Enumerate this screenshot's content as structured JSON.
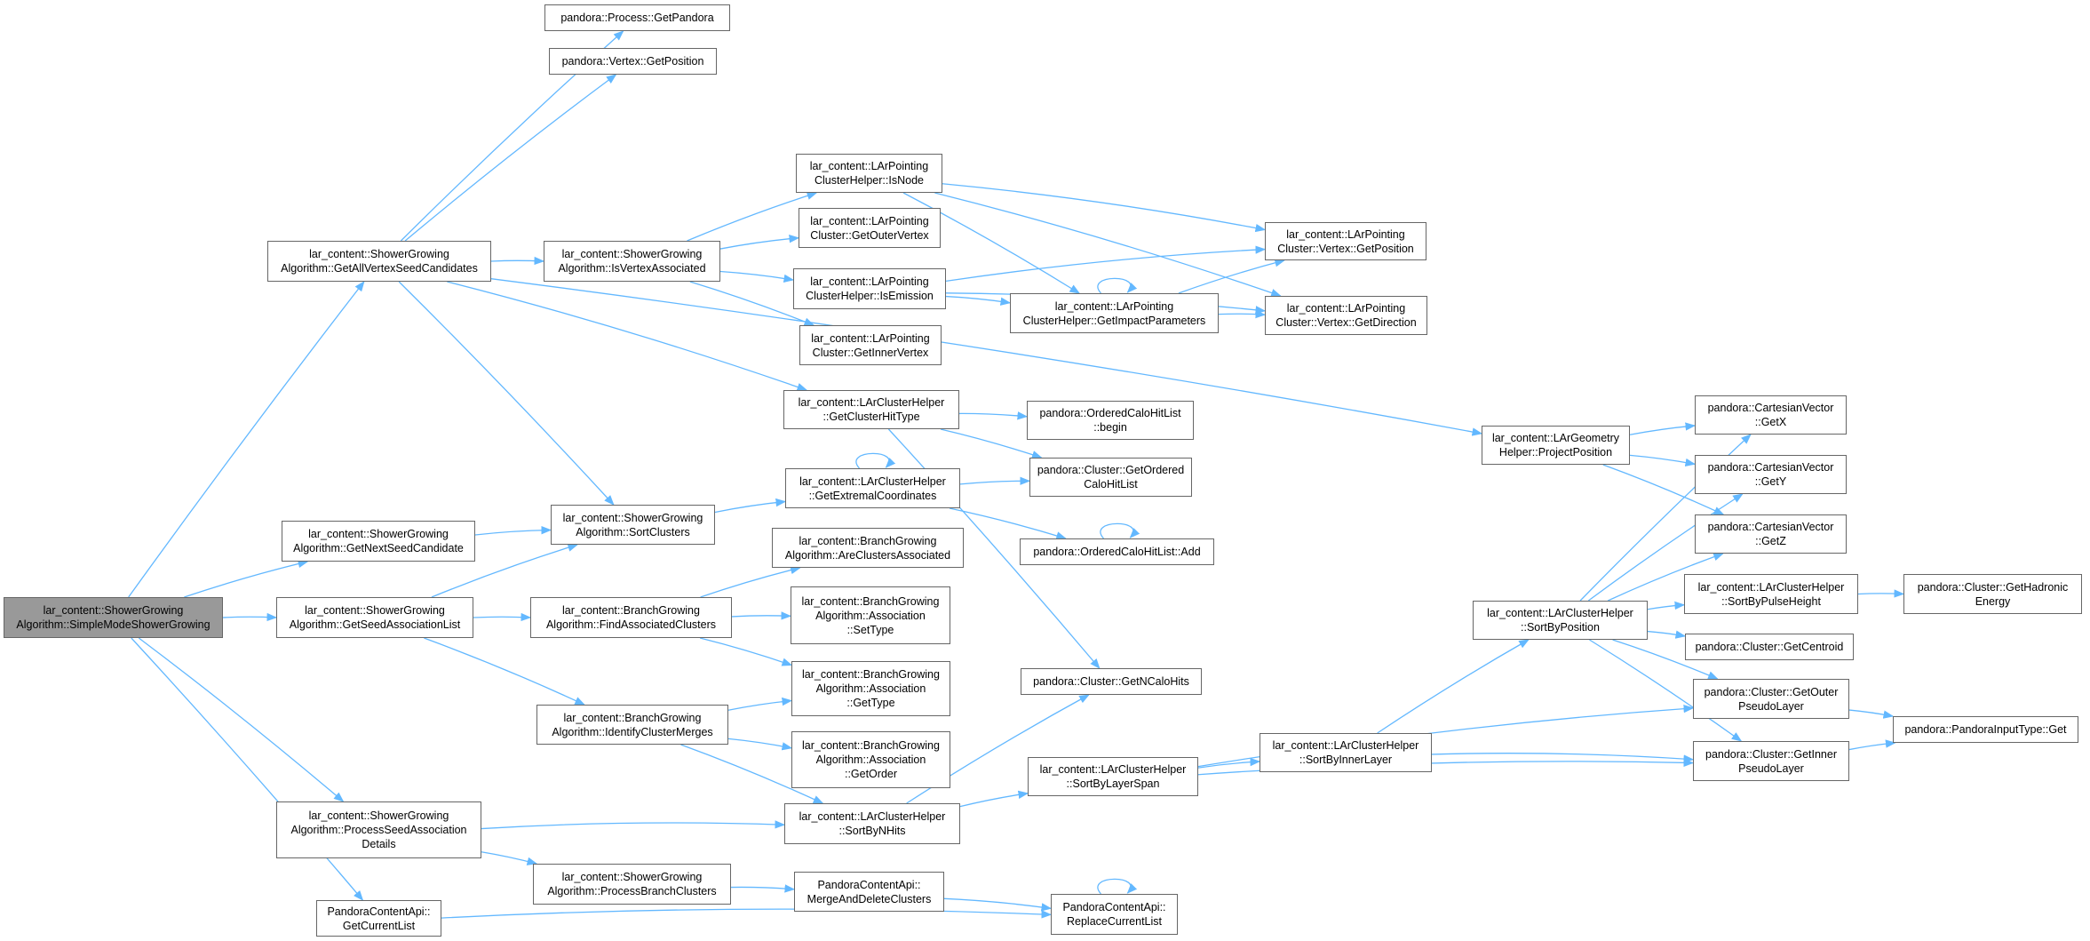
{
  "colors": {
    "edge": "#63b8ff",
    "node_border": "#666666",
    "node_fill": "#ffffff",
    "root_fill": "#999999"
  },
  "nodes": [
    {
      "id": "root",
      "label": "lar_content::ShowerGrowing\nAlgorithm::SimpleModeShowerGrowing",
      "root": true
    },
    {
      "id": "getAllVertex",
      "label": "lar_content::ShowerGrowing\nAlgorithm::GetAllVertexSeedCandidates"
    },
    {
      "id": "getNextSeed",
      "label": "lar_content::ShowerGrowing\nAlgorithm::GetNextSeedCandidate"
    },
    {
      "id": "getSeedAssoc",
      "label": "lar_content::ShowerGrowing\nAlgorithm::GetSeedAssociationList"
    },
    {
      "id": "processSeed",
      "label": "lar_content::ShowerGrowing\nAlgorithm::ProcessSeedAssociation\nDetails"
    },
    {
      "id": "getCurrentList",
      "label": "PandoraContentApi::\nGetCurrentList"
    },
    {
      "id": "getPandora",
      "label": "pandora::Process::GetPandora"
    },
    {
      "id": "vertexGetPos",
      "label": "pandora::Vertex::GetPosition"
    },
    {
      "id": "isVertexAssoc",
      "label": "lar_content::ShowerGrowing\nAlgorithm::IsVertexAssociated"
    },
    {
      "id": "sortClusters",
      "label": "lar_content::ShowerGrowing\nAlgorithm::SortClusters"
    },
    {
      "id": "findAssoc",
      "label": "lar_content::BranchGrowing\nAlgorithm::FindAssociatedClusters"
    },
    {
      "id": "identifyMerges",
      "label": "lar_content::BranchGrowing\nAlgorithm::IdentifyClusterMerges"
    },
    {
      "id": "processBranch",
      "label": "lar_content::ShowerGrowing\nAlgorithm::ProcessBranchClusters"
    },
    {
      "id": "isNode",
      "label": "lar_content::LArPointing\nClusterHelper::IsNode"
    },
    {
      "id": "getOuterVertex",
      "label": "lar_content::LArPointing\nCluster::GetOuterVertex"
    },
    {
      "id": "isEmission",
      "label": "lar_content::LArPointing\nClusterHelper::IsEmission"
    },
    {
      "id": "getInnerVertex",
      "label": "lar_content::LArPointing\nCluster::GetInnerVertex"
    },
    {
      "id": "getClusterHitType",
      "label": "lar_content::LArClusterHelper\n::GetClusterHitType"
    },
    {
      "id": "getExtremal",
      "label": "lar_content::LArClusterHelper\n::GetExtremalCoordinates"
    },
    {
      "id": "areClustersAssoc",
      "label": "lar_content::BranchGrowing\nAlgorithm::AreClustersAssociated"
    },
    {
      "id": "assocSetType",
      "label": "lar_content::BranchGrowing\nAlgorithm::Association\n::SetType"
    },
    {
      "id": "assocGetType",
      "label": "lar_content::BranchGrowing\nAlgorithm::Association\n::GetType"
    },
    {
      "id": "assocGetOrder",
      "label": "lar_content::BranchGrowing\nAlgorithm::Association\n::GetOrder"
    },
    {
      "id": "sortByNHits",
      "label": "lar_content::LArClusterHelper\n::SortByNHits"
    },
    {
      "id": "mergeAndDelete",
      "label": "PandoraContentApi::\nMergeAndDeleteClusters"
    },
    {
      "id": "getImpactParams",
      "label": "lar_content::LArPointing\nClusterHelper::GetImpactParameters"
    },
    {
      "id": "orderedBegin",
      "label": "pandora::OrderedCaloHitList\n::begin"
    },
    {
      "id": "getOrderedCalo",
      "label": "pandora::Cluster::GetOrdered\nCaloHitList"
    },
    {
      "id": "orderedAdd",
      "label": "pandora::OrderedCaloHitList::Add"
    },
    {
      "id": "getNCaloHits",
      "label": "pandora::Cluster::GetNCaloHits"
    },
    {
      "id": "sortByLayerSpan",
      "label": "lar_content::LArClusterHelper\n::SortByLayerSpan"
    },
    {
      "id": "replaceCurrent",
      "label": "PandoraContentApi::\nReplaceCurrentList"
    },
    {
      "id": "pcVertexGetPos",
      "label": "lar_content::LArPointing\nCluster::Vertex::GetPosition"
    },
    {
      "id": "pcVertexGetDir",
      "label": "lar_content::LArPointing\nCluster::Vertex::GetDirection"
    },
    {
      "id": "sortByInnerLayer",
      "label": "lar_content::LArClusterHelper\n::SortByInnerLayer"
    },
    {
      "id": "projectPosition",
      "label": "lar_content::LArGeometry\nHelper::ProjectPosition"
    },
    {
      "id": "sortByPosition",
      "label": "lar_content::LArClusterHelper\n::SortByPosition"
    },
    {
      "id": "cvGetX",
      "label": "pandora::CartesianVector\n::GetX"
    },
    {
      "id": "cvGetY",
      "label": "pandora::CartesianVector\n::GetY"
    },
    {
      "id": "cvGetZ",
      "label": "pandora::CartesianVector\n::GetZ"
    },
    {
      "id": "sortByPulseHeight",
      "label": "lar_content::LArClusterHelper\n::SortByPulseHeight"
    },
    {
      "id": "getCentroid",
      "label": "pandora::Cluster::GetCentroid"
    },
    {
      "id": "getOuterPseudo",
      "label": "pandora::Cluster::GetOuter\nPseudoLayer"
    },
    {
      "id": "getInnerPseudo",
      "label": "pandora::Cluster::GetInner\nPseudoLayer"
    },
    {
      "id": "getHadronic",
      "label": "pandora::Cluster::GetHadronic\nEnergy"
    },
    {
      "id": "pandoraInputGet",
      "label": "pandora::PandoraInputType::Get"
    }
  ],
  "edges": [
    [
      "root",
      "getAllVertex"
    ],
    [
      "root",
      "getNextSeed"
    ],
    [
      "root",
      "getSeedAssoc"
    ],
    [
      "root",
      "processSeed"
    ],
    [
      "root",
      "getCurrentList"
    ],
    [
      "getAllVertex",
      "getPandora"
    ],
    [
      "getAllVertex",
      "vertexGetPos"
    ],
    [
      "getAllVertex",
      "projectPosition"
    ],
    [
      "getAllVertex",
      "isVertexAssoc"
    ],
    [
      "getAllVertex",
      "getClusterHitType"
    ],
    [
      "getAllVertex",
      "sortClusters"
    ],
    [
      "getNextSeed",
      "sortClusters"
    ],
    [
      "getSeedAssoc",
      "sortClusters"
    ],
    [
      "getSeedAssoc",
      "findAssoc"
    ],
    [
      "getSeedAssoc",
      "identifyMerges"
    ],
    [
      "isVertexAssoc",
      "isNode"
    ],
    [
      "isVertexAssoc",
      "getOuterVertex"
    ],
    [
      "isVertexAssoc",
      "isEmission"
    ],
    [
      "isVertexAssoc",
      "getInnerVertex"
    ],
    [
      "isNode",
      "pcVertexGetPos"
    ],
    [
      "isNode",
      "getImpactParams"
    ],
    [
      "isNode",
      "pcVertexGetDir"
    ],
    [
      "isEmission",
      "pcVertexGetPos"
    ],
    [
      "isEmission",
      "getImpactParams"
    ],
    [
      "isEmission",
      "pcVertexGetDir"
    ],
    [
      "getImpactParams",
      "getImpactParams"
    ],
    [
      "getImpactParams",
      "pcVertexGetPos"
    ],
    [
      "getImpactParams",
      "pcVertexGetDir"
    ],
    [
      "sortClusters",
      "getExtremal"
    ],
    [
      "getClusterHitType",
      "orderedBegin"
    ],
    [
      "getClusterHitType",
      "getOrderedCalo"
    ],
    [
      "getClusterHitType",
      "getNCaloHits"
    ],
    [
      "getExtremal",
      "getExtremal"
    ],
    [
      "getExtremal",
      "getOrderedCalo"
    ],
    [
      "getExtremal",
      "orderedAdd"
    ],
    [
      "orderedAdd",
      "orderedAdd"
    ],
    [
      "findAssoc",
      "areClustersAssoc"
    ],
    [
      "findAssoc",
      "assocSetType"
    ],
    [
      "findAssoc",
      "assocGetType"
    ],
    [
      "identifyMerges",
      "assocGetType"
    ],
    [
      "identifyMerges",
      "assocGetOrder"
    ],
    [
      "identifyMerges",
      "sortByNHits"
    ],
    [
      "processSeed",
      "sortByNHits"
    ],
    [
      "processSeed",
      "processBranch"
    ],
    [
      "sortByNHits",
      "getNCaloHits"
    ],
    [
      "sortByNHits",
      "sortByLayerSpan"
    ],
    [
      "processBranch",
      "mergeAndDelete"
    ],
    [
      "mergeAndDelete",
      "replaceCurrent"
    ],
    [
      "getCurrentList",
      "replaceCurrent"
    ],
    [
      "replaceCurrent",
      "replaceCurrent"
    ],
    [
      "sortByLayerSpan",
      "sortByInnerLayer"
    ],
    [
      "sortByLayerSpan",
      "getOuterPseudo"
    ],
    [
      "sortByLayerSpan",
      "getInnerPseudo"
    ],
    [
      "sortByInnerLayer",
      "sortByPosition"
    ],
    [
      "sortByInnerLayer",
      "getInnerPseudo"
    ],
    [
      "projectPosition",
      "cvGetX"
    ],
    [
      "projectPosition",
      "cvGetY"
    ],
    [
      "projectPosition",
      "cvGetZ"
    ],
    [
      "sortByPosition",
      "cvGetX"
    ],
    [
      "sortByPosition",
      "cvGetY"
    ],
    [
      "sortByPosition",
      "cvGetZ"
    ],
    [
      "sortByPosition",
      "sortByPulseHeight"
    ],
    [
      "sortByPosition",
      "getCentroid"
    ],
    [
      "sortByPosition",
      "getOuterPseudo"
    ],
    [
      "sortByPosition",
      "getInnerPseudo"
    ],
    [
      "sortByPulseHeight",
      "getHadronic"
    ],
    [
      "getOuterPseudo",
      "pandoraInputGet"
    ],
    [
      "getInnerPseudo",
      "pandoraInputGet"
    ]
  ]
}
